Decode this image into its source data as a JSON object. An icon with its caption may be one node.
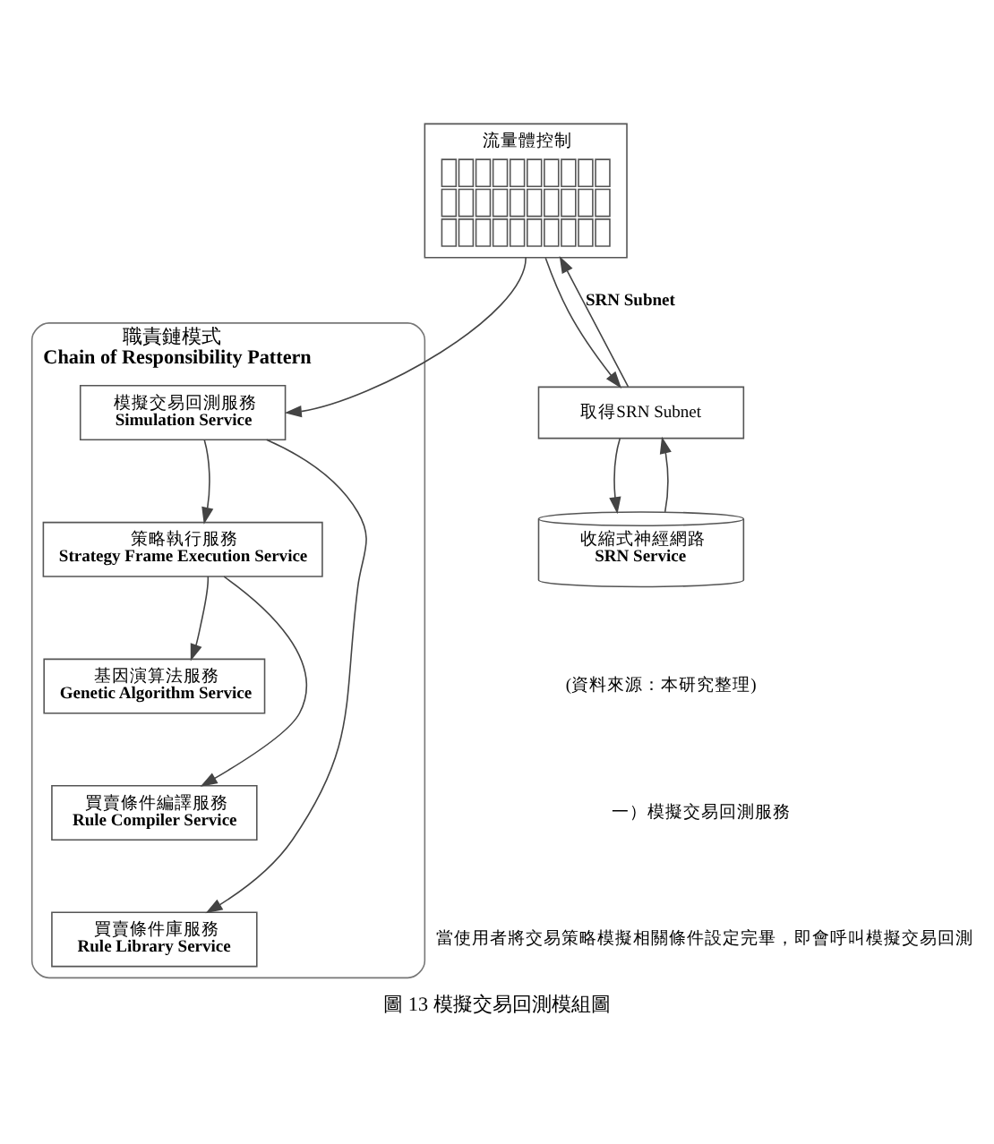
{
  "diagram": {
    "caption": "圖 13 模擬交易回測模組圖",
    "nodes": [
      {
        "text": [
          "流量體控制"
        ]
      },
      {
        "text": [
          "職責鏈模式",
          "Chain of Responsibility Pattern"
        ]
      },
      {
        "text": [
          "模擬交易回測服務",
          "Simulation Service"
        ],
        "in": 1
      },
      {
        "text": [
          "策略執行服務",
          "Strategy Frame Execution Service"
        ],
        "in": 1
      },
      {
        "text": [
          "基因演算法服務",
          "Genetic Algorithm Service"
        ],
        "in": 1
      },
      {
        "text": [
          "買賣條件編譯服務",
          "Rule Compiler Service"
        ],
        "in": 1
      },
      {
        "text": [
          "買賣條件庫服務",
          "Rule Library Service"
        ],
        "in": 1
      },
      {
        "text": [
          "取得SRN Subnet"
        ]
      },
      {
        "text": [
          "收縮式神經網路",
          "SRN Service"
        ]
      }
    ],
    "edges": [
      {
        "from": 0,
        "to": 2,
        "arrow": "to"
      },
      {
        "from": 7,
        "to": 0,
        "arrow": "to",
        "label": "SRN Subnet"
      },
      {
        "from": 0,
        "to": 7,
        "arrow": "to"
      },
      {
        "from": 7,
        "to": 8,
        "arrow": "to"
      },
      {
        "from": 8,
        "to": 7,
        "arrow": "to"
      },
      {
        "from": 2,
        "to": 3,
        "arrow": "to"
      },
      {
        "from": 3,
        "to": 4,
        "arrow": "to"
      },
      {
        "from": 3,
        "to": 5,
        "arrow": "to"
      },
      {
        "from": 2,
        "to": 6,
        "arrow": "to"
      }
    ],
    "labels": [
      "(資料來源：本研究整理)",
      "一）模擬交易回測服務",
      "當使用者將交易策略模擬相關條件設定完畢，即會呼叫模擬交易回測"
    ]
  }
}
